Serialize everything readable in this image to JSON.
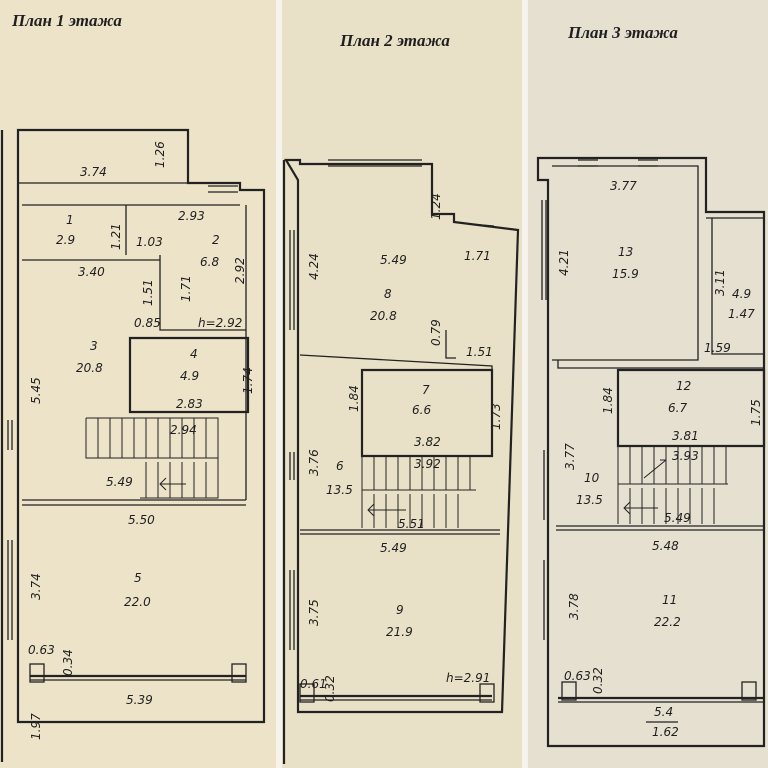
{
  "plans": [
    {
      "title": "План 1 этажа",
      "dims": [
        "3.74",
        "1.26",
        "1.21",
        "2.93",
        "2.92",
        "1.03",
        "3.40",
        "1.51",
        "1.71",
        "0.85",
        "h=2.92",
        "5.45",
        "1.74",
        "2.83",
        "2.94",
        "5.49",
        "5.50",
        "3.74",
        "0.63",
        "0.34",
        "5.39",
        "1.97"
      ],
      "rooms": [
        {
          "num": "1",
          "area": "2.9"
        },
        {
          "num": "2",
          "area": "6.8"
        },
        {
          "num": "3",
          "area": "20.8"
        },
        {
          "num": "4",
          "area": "4.9"
        },
        {
          "num": "5",
          "area": "22.0"
        }
      ]
    },
    {
      "title": "План 2 этажа",
      "dims": [
        "1.24",
        "4.24",
        "5.49",
        "1.71",
        "0.79",
        "1.51",
        "1.84",
        "1.73",
        "3.76",
        "3.82",
        "3.92",
        "5.51",
        "5.49",
        "3.75",
        "0.61",
        "0.32",
        "h=2.91"
      ],
      "rooms": [
        {
          "num": "8",
          "area": "20.8"
        },
        {
          "num": "7",
          "area": "6.6"
        },
        {
          "num": "6",
          "area": "13.5"
        },
        {
          "num": "9",
          "area": "21.9"
        }
      ]
    },
    {
      "title": "План 3 этажа",
      "dims": [
        "3.77",
        "4.21",
        "3.11",
        "1.59",
        "1.84",
        "1.75",
        "3.77",
        "3.81",
        "3.93",
        "5.49",
        "5.48",
        "3.78",
        "0.63",
        "0.32",
        "5.4"
      ],
      "rooms": [
        {
          "num": "13",
          "area": "15.9"
        },
        {
          "num": "4.9",
          "area": "1.47"
        },
        {
          "num": "12",
          "area": "6.7"
        },
        {
          "num": "10",
          "area": "13.5"
        },
        {
          "num": "11",
          "area": "22.2"
        },
        {
          "num": "",
          "area": "1.62"
        }
      ]
    }
  ]
}
